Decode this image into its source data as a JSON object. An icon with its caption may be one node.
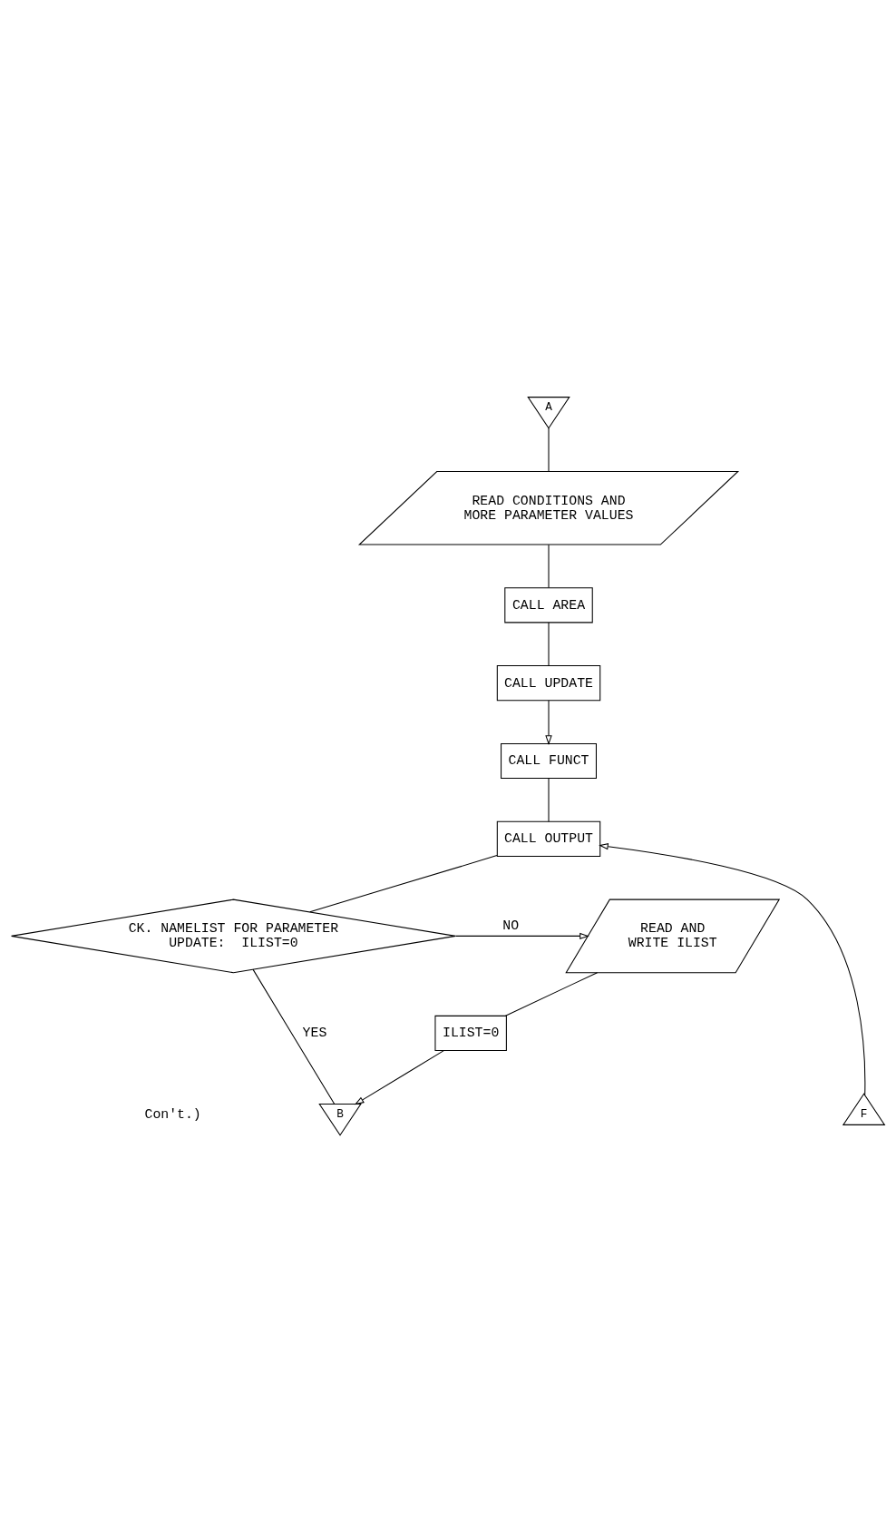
{
  "diagram": {
    "nodes": [
      {
        "text": [
          "A"
        ]
      },
      {
        "text": [
          "READ CONDITIONS AND MORE PARAMETER VALUES"
        ]
      },
      {
        "text": [
          "CALL AREA"
        ]
      },
      {
        "text": [
          "CALL UPDATE"
        ]
      },
      {
        "text": [
          "CALL FUNCT"
        ]
      },
      {
        "text": [
          "CALL OUTPUT"
        ]
      },
      {
        "text": [
          "CK. NAMELIST FOR PARAMETER UPDATE:  ILIST=0"
        ]
      },
      {
        "text": [
          "READ AND WRITE ILIST"
        ]
      },
      {
        "text": [
          "ILIST=0"
        ]
      },
      {
        "text": [
          "B"
        ]
      },
      {
        "text": [
          "F"
        ]
      }
    ],
    "edges": [
      {
        "from": 0,
        "to": 1,
        "arrow": "none"
      },
      {
        "from": 1,
        "to": 2,
        "arrow": "none"
      },
      {
        "from": 2,
        "to": 3,
        "arrow": "none"
      },
      {
        "from": 3,
        "to": 4,
        "arrow": "to"
      },
      {
        "from": 4,
        "to": 5,
        "arrow": "none"
      },
      {
        "from": 5,
        "to": 6,
        "arrow": "none"
      },
      {
        "from": 6,
        "to": 7,
        "label": "NO",
        "arrow": "to"
      },
      {
        "from": 7,
        "to": 8,
        "arrow": "none"
      },
      {
        "from": 6,
        "to": 9,
        "label": "YES",
        "arrow": "none"
      },
      {
        "from": 8,
        "to": 9,
        "arrow": "to"
      },
      {
        "from": 10,
        "to": 5,
        "arrow": "to"
      }
    ],
    "labels": [
      "Con't.)"
    ]
  }
}
